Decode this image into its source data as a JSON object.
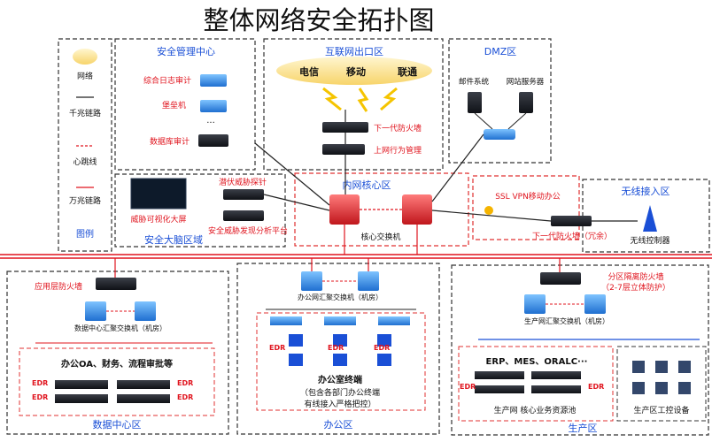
{
  "title": "整体网络安全拓扑图",
  "legend": {
    "items": [
      "网络",
      "千兆链路",
      "心跳线",
      "万兆链路"
    ],
    "label": "图例"
  },
  "security_center": {
    "title": "安全管理中心",
    "items": [
      "综合日志审计",
      "堡垒机",
      "数据库审计"
    ],
    "ellipsis": "···"
  },
  "internet_zone": {
    "title": "互联网出口区",
    "isps": [
      "电信",
      "移动",
      "联通"
    ],
    "devices": [
      "下一代防火墙",
      "上网行为管理"
    ]
  },
  "dmz": {
    "title": "DMZ区",
    "servers": [
      "邮件系统",
      "网站服务器"
    ]
  },
  "brain_zone": {
    "title": "安全大脑区域",
    "screen_label": "威胁可视化大屏",
    "devices": [
      "潜伏威胁探针",
      "安全威胁发现分析平台"
    ]
  },
  "core_zone": {
    "title": "内网核心区",
    "switch_label": "核心交换机"
  },
  "vpn": {
    "label": "SSL VPN移动办公"
  },
  "wireless": {
    "title": "无线接入区",
    "controller": "无线控制器",
    "firewall": "下一代防火墙（冗余）"
  },
  "datacenter": {
    "title": "数据中心区",
    "firewall": "应用层防火墙",
    "switch": "数据中心汇聚交换机（机房）",
    "apps": "办公OA、财务、流程审批等",
    "edr": "EDR"
  },
  "office": {
    "title": "办公区",
    "switch": "办公网汇聚交换机（机房）",
    "terminals": "办公室终端",
    "terminals_note1": "（包含各部门办公终端",
    "terminals_note2": "有线接入严格把控）",
    "edr": "EDR"
  },
  "production": {
    "title": "生产区",
    "firewall": "分区隔离防火墙",
    "firewall_note": "（2-7层立体防护）",
    "switch": "生产网汇聚交换机（机房）",
    "systems": "ERP、MES、ORALC···",
    "pool": "生产网 核心业务资源池",
    "ics": "生产区工控设备",
    "edr": "EDR"
  },
  "colors": {
    "red": "#e0141e",
    "blue": "#1a4fd6",
    "panel_border": "#333333",
    "dash_red": "#e03030"
  }
}
